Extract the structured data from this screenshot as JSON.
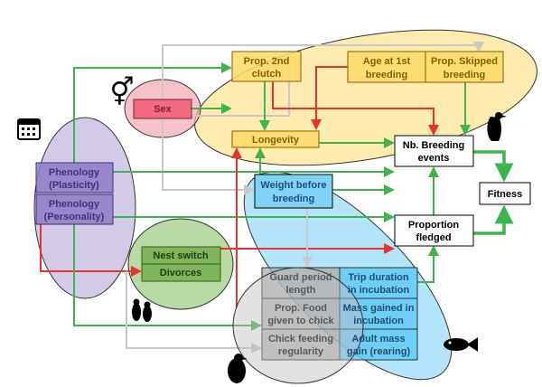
{
  "nodes": {
    "prop_clutch": [
      "Prop. 2nd",
      "clutch"
    ],
    "age_first": [
      "Age at 1st",
      "breeding"
    ],
    "prop_skipped": [
      "Prop. Skipped",
      "breeding"
    ],
    "sex": "Sex",
    "longevity": "Longevity",
    "nb_breeding": [
      "Nb. Breeding",
      "events"
    ],
    "fitness": "Fitness",
    "phen_plast": [
      "Phenology",
      "(Plasticity)"
    ],
    "phen_pers": [
      "Phenology",
      "(Personality)"
    ],
    "weight": [
      "Weight before",
      "breeding"
    ],
    "prop_fledged": [
      "Proportion",
      "fledged"
    ],
    "nest_switch": "Nest switch",
    "divorces": "Divorces",
    "guard": [
      "Guard period",
      "length"
    ],
    "trip": [
      "Trip duration",
      "in incubation"
    ],
    "food": [
      "Prop. Food",
      "given to chick"
    ],
    "mass_inc": [
      "Mass gained in",
      "incubation"
    ],
    "chick_feed": [
      "Chick feeding",
      "regularity"
    ],
    "adult_mass": [
      "Adult mass",
      "gain (rearing)"
    ]
  },
  "icons": [
    "calendar-icon",
    "sex-symbol-icon",
    "penguin-icon",
    "penguin-pair-icon",
    "fish-icon",
    "penguin-chick-icon"
  ],
  "colors": {
    "green": "#3cb54a",
    "red": "#e8322b",
    "grey_arrow": "#c8c8c8",
    "yellow": "#ffe699",
    "purple": "#b4a7d6",
    "blue": "#7fd3f7",
    "pink": "#f4a6b6",
    "grey": "#bfbfbf"
  }
}
